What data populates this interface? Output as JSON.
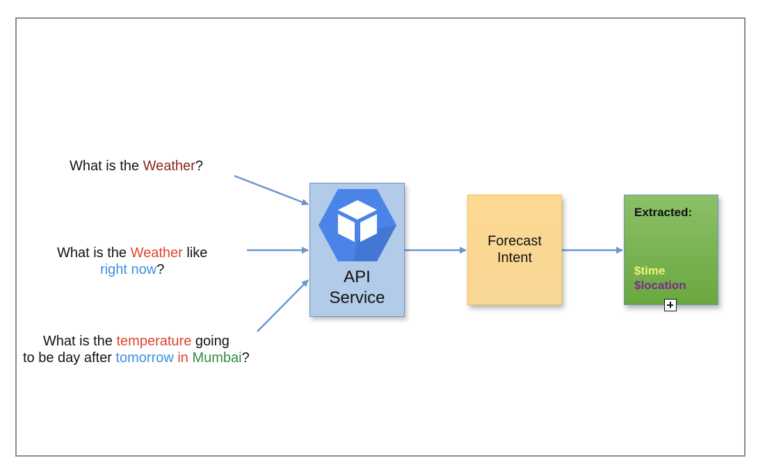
{
  "colors": {
    "weather1": "#8b2317",
    "weather2": "#e0432e",
    "temperature": "#e0432e",
    "time_blue": "#3c8fe0",
    "in_red": "#e0432e",
    "mumbai_green": "#2f8a45",
    "var_time": "#f3f07a",
    "var_location": "#7b2b8a",
    "arrow": "#6a96cc"
  },
  "questions": {
    "q1": {
      "prefix": "What is the ",
      "keyword": "Weather",
      "suffix": "?"
    },
    "q2": {
      "prefix": "What is the ",
      "keyword": "Weather",
      "suffix": " like",
      "line2_time": "right now",
      "line2_suffix": "?"
    },
    "q3": {
      "prefix": "What is the ",
      "keyword": "temperature",
      "suffix": " going",
      "line2_prefix": "to be day after ",
      "line2_time": "tomorrow",
      "line2_space1": " ",
      "line2_in": "in",
      "line2_space2": " ",
      "line2_place": "Mumbai",
      "line2_suffix": "?"
    }
  },
  "api_box": {
    "line1": "API",
    "line2": "Service",
    "icon": "api-service-hexagon-icon"
  },
  "forecast_box": {
    "line1": "Forecast",
    "line2": "Intent"
  },
  "extracted_box": {
    "title": "Extracted:",
    "var1": "$time",
    "var2": "$location",
    "expand_icon": "plus-box-icon"
  }
}
